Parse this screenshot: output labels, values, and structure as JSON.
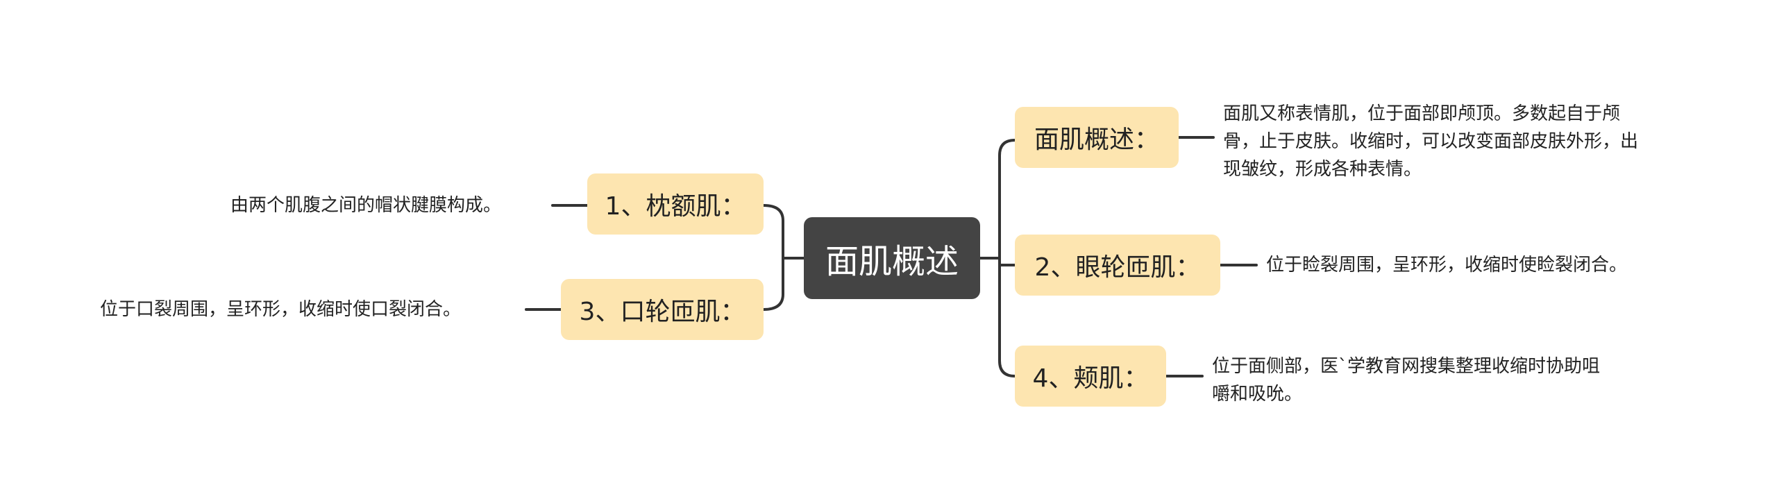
{
  "center": {
    "label": "面肌概述"
  },
  "branches": [
    {
      "label": "面肌概述：",
      "detail": "面肌又称表情肌，位于面部即颅顶。多数起自于颅骨，止于皮肤。收缩时，可以改变面部皮肤外形，出现皱纹，形成各种表情。"
    },
    {
      "label": "2、眼轮匝肌：",
      "detail": "位于睑裂周围，呈环形，收缩时使睑裂闭合。"
    },
    {
      "label": "4、颊肌：",
      "detail": "位于面侧部，医`学教育网搜集整理收缩时协助咀嚼和吸吮。"
    },
    {
      "label": "1、枕额肌：",
      "detail": "由两个肌腹之间的帽状腱膜构成。"
    },
    {
      "label": "3、口轮匝肌：",
      "detail": "位于口裂周围，呈环形，收缩时使口裂闭合。"
    }
  ],
  "colors": {
    "center_bg": "#444444",
    "branch_bg": "#fde5b0",
    "line": "#333333"
  }
}
